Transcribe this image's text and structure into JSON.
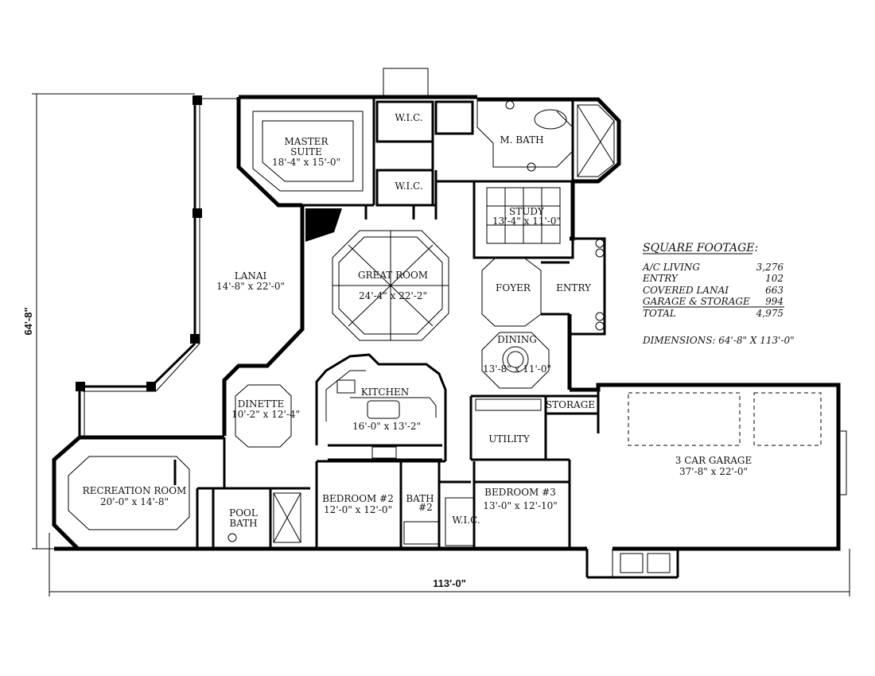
{
  "plan": {
    "rooms": {
      "master_name": "MASTER",
      "master_name2": "SUITE",
      "master_dim": "18'-4\" x 15'-0\"",
      "wic1": "W.I.C.",
      "wic2": "W.I.C.",
      "wic3": "W.I.C.",
      "mbath": "M. BATH",
      "study_name": "STUDY",
      "study_dim": "13'-4\" x 11'-0\"",
      "lanai_name": "LANAI",
      "lanai_dim": "14'-8\" x 22'-0\"",
      "great_name": "GREAT ROOM",
      "great_dim": "24'-4\" x 22'-2\"",
      "foyer": "FOYER",
      "entry": "ENTRY",
      "dining_name": "DINING",
      "dining_dim": "13'-8\" x 11'-0\"",
      "kitchen_name": "KITCHEN",
      "kitchen_dim": "16'-0\" x 13'-2\"",
      "dinette_name": "DINETTE",
      "dinette_dim": "10'-2\" x 12'-4\"",
      "storage": "STORAGE",
      "utility": "UTILITY",
      "garage_name": "3 CAR GARAGE",
      "garage_dim": "37'-8\" x 22'-0\"",
      "rec_name": "RECREATION ROOM",
      "rec_dim": "20'-0\" x 14'-8\"",
      "pool_bath1": "POOL",
      "pool_bath2": "BATH",
      "bed2_name": "BEDROOM #2",
      "bed2_dim": "12'-0\" x 12'-0\"",
      "bath2_1": "BATH",
      "bath2_2": "#2",
      "bed3_name": "BEDROOM #3",
      "bed3_dim": "13'-0\" x 12'-10\""
    },
    "dimensions": {
      "height": "64'-8\"",
      "width": "113'-0\""
    }
  },
  "square_footage": {
    "title": "SQUARE FOOTAGE:",
    "rows": [
      {
        "label": "A/C LIVING",
        "value": "3,276"
      },
      {
        "label": "ENTRY",
        "value": "102"
      },
      {
        "label": "COVERED LANAI",
        "value": "663"
      },
      {
        "label": "GARAGE & STORAGE",
        "value": "994"
      },
      {
        "label": "TOTAL",
        "value": "4,975"
      }
    ],
    "dimensions_line": "DIMENSIONS:  64'-8\" X 113'-0\""
  }
}
